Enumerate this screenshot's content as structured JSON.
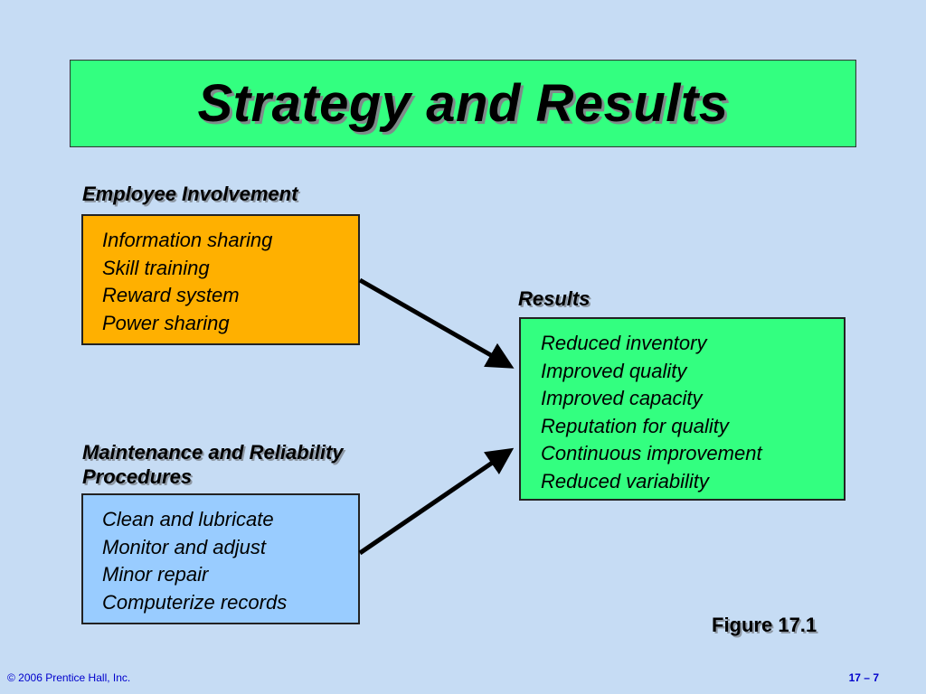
{
  "title": "Strategy and Results",
  "employee": {
    "label": "Employee Involvement",
    "items": [
      "Information sharing",
      "Skill training",
      "Reward system",
      "Power sharing"
    ]
  },
  "maintenance": {
    "label_line1": "Maintenance and Reliability",
    "label_line2": "Procedures",
    "items": [
      "Clean and lubricate",
      "Monitor and adjust",
      "Minor repair",
      "Computerize records"
    ]
  },
  "results": {
    "label": "Results",
    "items": [
      "Reduced inventory",
      "Improved quality",
      "Improved capacity",
      "Reputation for quality",
      "Continuous improvement",
      "Reduced variability"
    ]
  },
  "figure_label": "Figure 17.1",
  "footer": {
    "copyright": "© 2006 Prentice Hall, Inc.",
    "page": "17 – 7"
  },
  "colors": {
    "background": "#c6dcf4",
    "title_box": "#33ff80",
    "employee_box": "#ffb000",
    "maintenance_box": "#99ccff",
    "results_box": "#33ff80",
    "footer_text": "#0000cc"
  }
}
